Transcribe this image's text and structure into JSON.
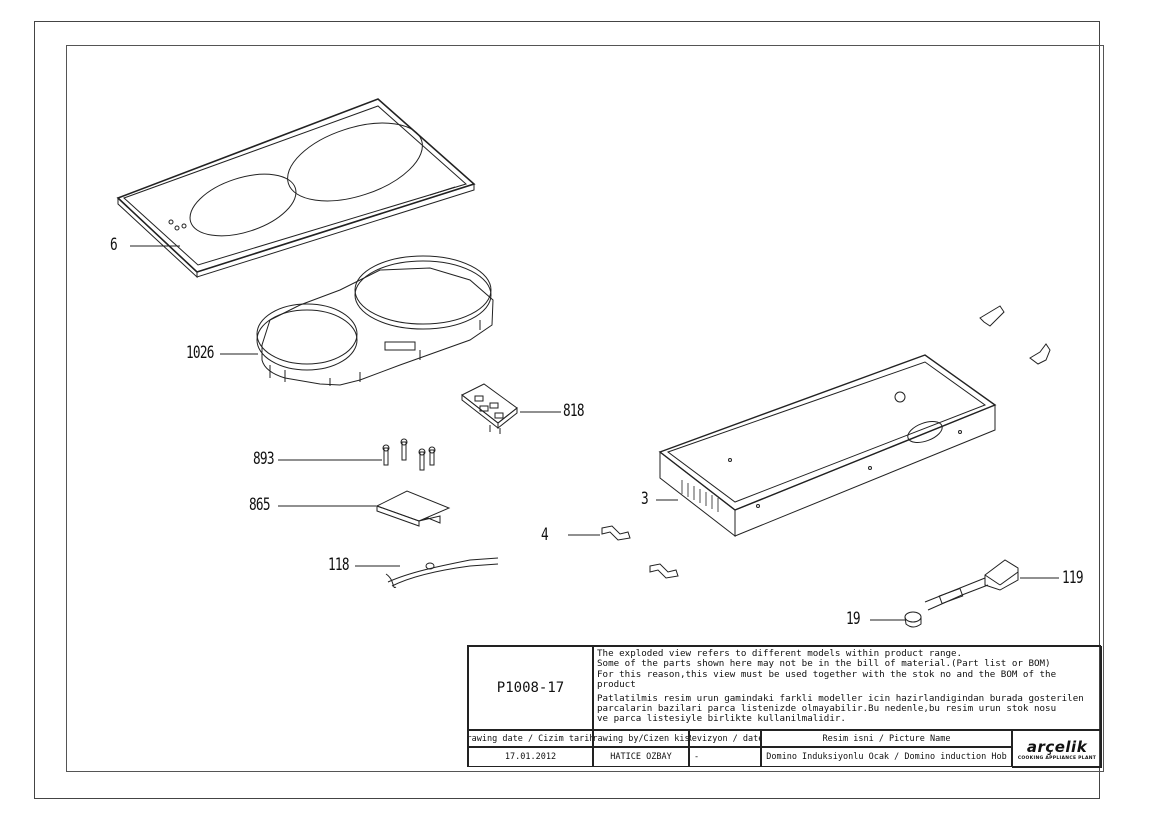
{
  "callouts": {
    "c6": "6",
    "c1026": "1026",
    "c818": "818",
    "c893": "893",
    "c865": "865",
    "c118": "118",
    "c4": "4",
    "c3": "3",
    "c119": "119",
    "c19": "19"
  },
  "title_block": {
    "code": "P1008-17",
    "note_en": "The exploded view refers to different models within product range.\nSome of the parts shown here may not be in the bill of material.(Part list or BOM)\nFor this reason,this view must be used together with the stok no and the BOM of the product",
    "note_tr": "Patlatilmis resim urun gamindaki farkli modeller icin hazirlandigindan burada gosterilen\nparcalarin bazilari parca listenizde olmayabilir.Bu nedenle,bu resim urun stok nosu\nve parca listesiyle birlikte kullanilmalidir.",
    "headers": {
      "date": "Drawing date / Cizim tarihi",
      "by": "Drawing by/Cizen kisi",
      "rev": "Revizyon / date",
      "name": "Resim isni / Picture Name"
    },
    "values": {
      "date": "17.01.2012",
      "by": "HATICE OZBAY",
      "rev": "-",
      "name": "Domino Induksiyonlu Ocak / Domino induction Hob"
    },
    "logo": {
      "main": "arçelik",
      "sub": "COOKING APPLIANCE PLANT"
    }
  }
}
